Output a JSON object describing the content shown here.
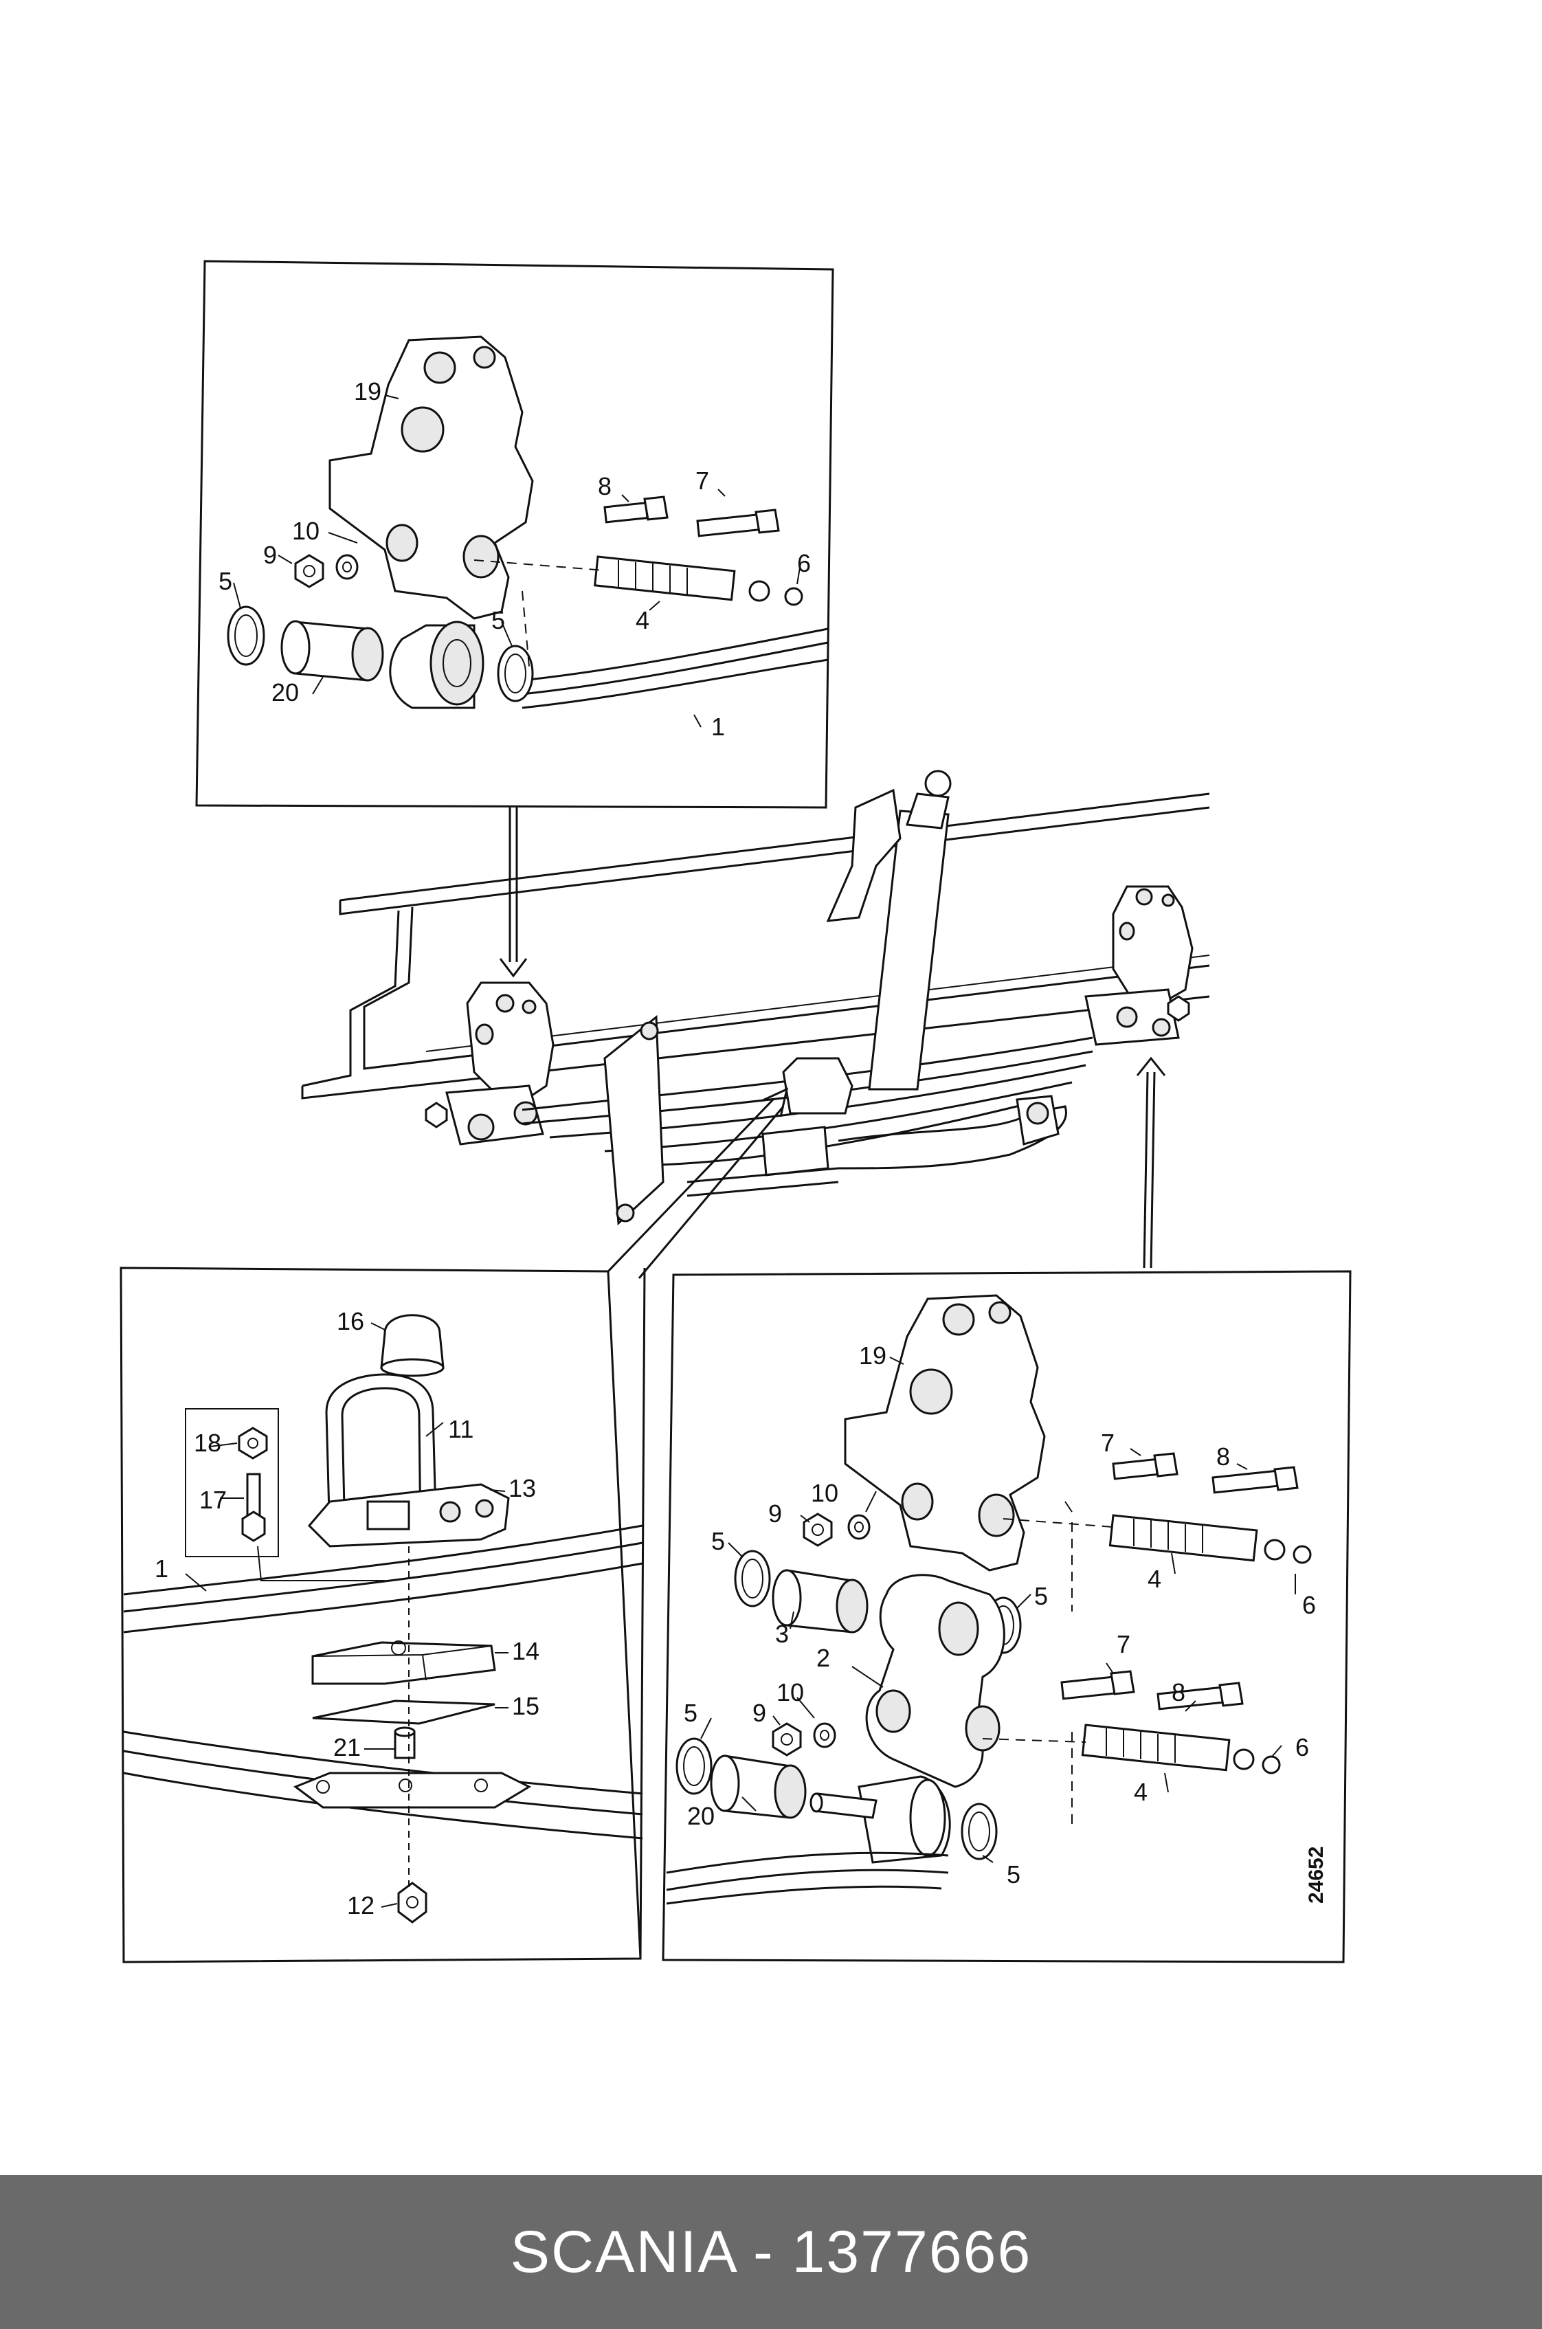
{
  "diagram": {
    "reference_number": "24652",
    "callouts": {
      "top_panel": [
        "19",
        "8",
        "7",
        "10",
        "9",
        "6",
        "5",
        "4",
        "5",
        "20",
        "1"
      ],
      "left_panel": [
        "16",
        "18",
        "11",
        "17",
        "13",
        "1",
        "14",
        "15",
        "21",
        "12"
      ],
      "right_panel": [
        "19",
        "7",
        "8",
        "10",
        "9",
        "5",
        "4",
        "6",
        "5",
        "3",
        "7",
        "2",
        "10",
        "8",
        "5",
        "9",
        "6",
        "4",
        "20",
        "5"
      ]
    }
  },
  "footer": {
    "title": "SCANIA - 1377666"
  }
}
